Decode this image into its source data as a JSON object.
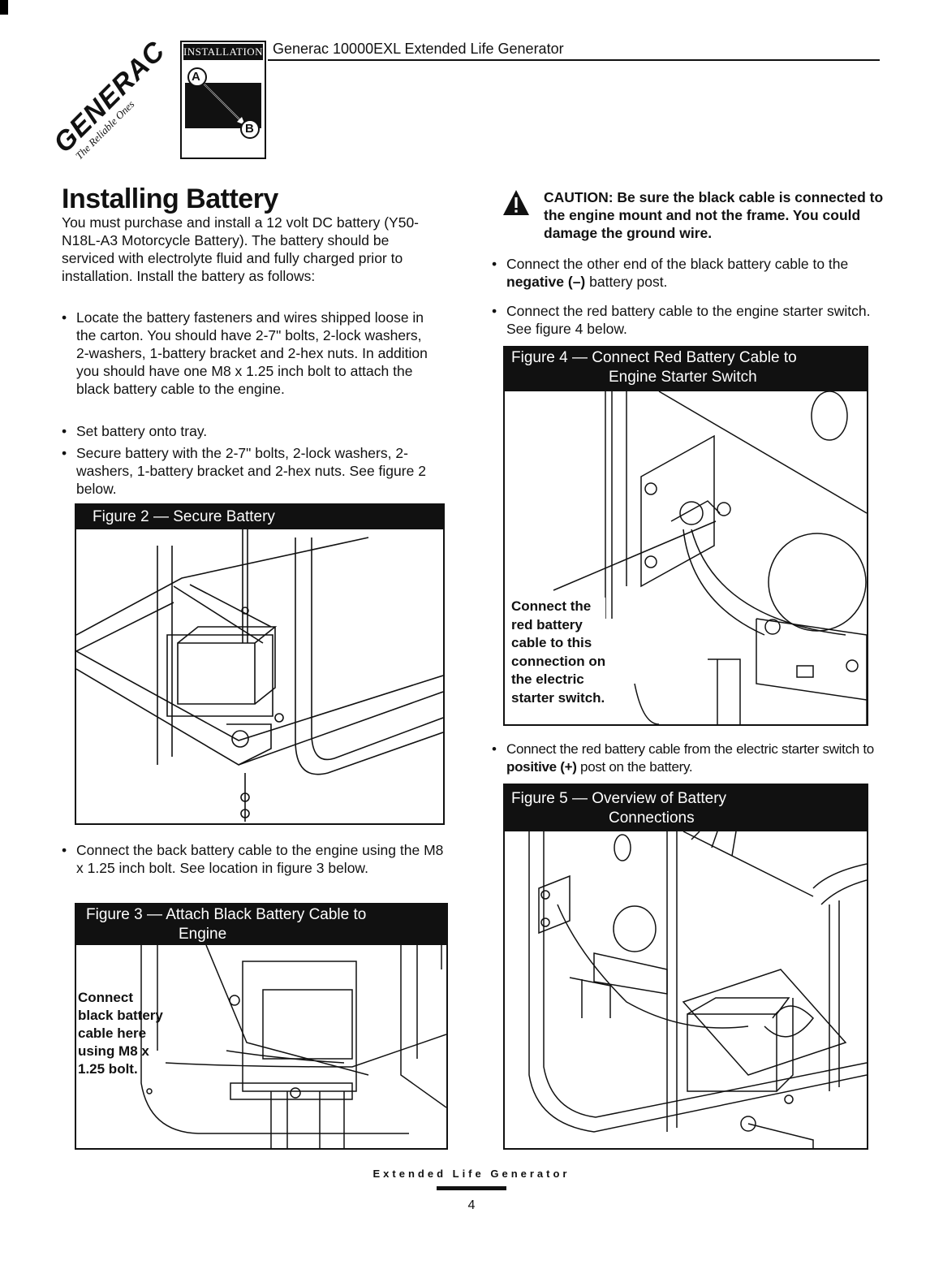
{
  "header": {
    "logo_brand": "GENERAC",
    "logo_tagline": "The Reliable Ones",
    "section_tab": "INSTALLATION",
    "diagram_point_a": "A",
    "diagram_point_b": "B",
    "document_title": "Generac 10000EXL  Extended Life Generator"
  },
  "left": {
    "section_title": "Installing Battery",
    "intro": "You must purchase and install a 12 volt DC battery (Y50-N18L-A3 Motorcycle Battery). The battery should be serviced with electrolyte fluid and fully charged prior to installation. Install the battery as follows:",
    "bullet_char": "•",
    "bullet_1": "Locate the battery fasteners and wires shipped loose in the carton. You should have 2-7\" bolts, 2-lock washers, 2-washers, 1-battery bracket and 2-hex nuts. In addition you should have one M8 x 1.25 inch bolt to attach the black battery cable to the engine.",
    "bullet_2": "Set battery onto tray.",
    "bullet_3": "Secure battery with the 2-7\" bolts, 2-lock washers, 2-washers, 1-battery bracket and 2-hex nuts. See figure 2 below.",
    "figure_2_title": "Figure 2 — Secure Battery",
    "bullet_4": "Connect the back battery cable to the engine using the M8 x 1.25 inch bolt. See location in figure 3 below.",
    "figure_3_title_line1": "Figure 3 — Attach Black Battery Cable to",
    "figure_3_title_line2": "Engine",
    "figure_3_callout": [
      "Connect",
      "black battery",
      "cable here",
      "using M8 x",
      "1.25 bolt."
    ]
  },
  "right": {
    "caution": "CAUTION: Be sure the black cable is connected to the engine mount and not the frame. You could damage the ground wire.",
    "bullet_1_pre": "Connect the other end of the black battery cable to the ",
    "bullet_1_bold": "negative (–)",
    "bullet_1_post": " battery post.",
    "bullet_2": "Connect the red battery cable to the engine starter switch. See figure 4 below.",
    "figure_4_title_line1": "Figure 4 — Connect Red Battery Cable to",
    "figure_4_title_line2": "Engine Starter Switch",
    "figure_4_callout": [
      "Connect the",
      "red battery",
      "cable to this",
      "connection on",
      "the electric",
      "starter switch."
    ],
    "bullet_3_pre": "Connect the red battery cable from the electric starter switch to ",
    "bullet_3_bold": "positive (+)",
    "bullet_3_post": " post on the battery.",
    "figure_5_title_line1": "Figure 5 — Overview of Battery",
    "figure_5_title_line2": "Connections"
  },
  "footer": {
    "running_title": "Extended Life Generator",
    "page_number": "4"
  }
}
